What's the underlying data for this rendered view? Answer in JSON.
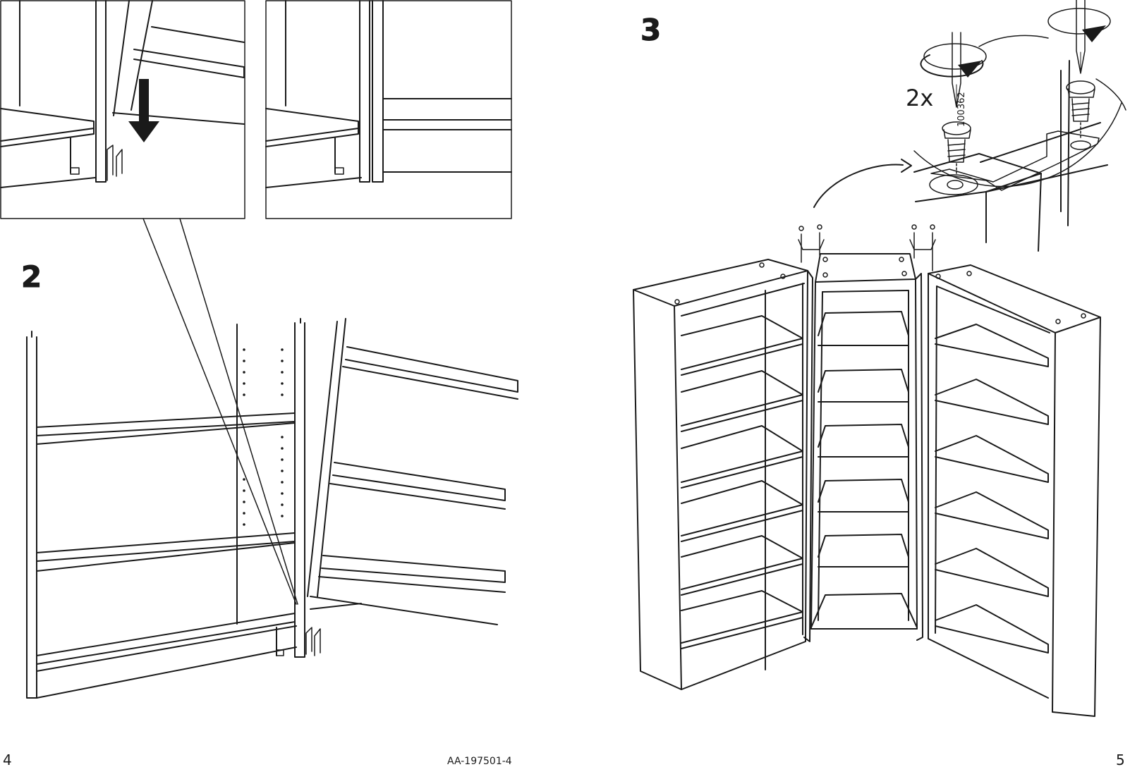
{
  "steps": {
    "step2": "2",
    "step3": "3"
  },
  "callout": {
    "quantity": "2x",
    "part_number": "100362"
  },
  "footer": {
    "page_left": "4",
    "doc_code": "AA-197501-4",
    "page_right": "5"
  },
  "icons": [
    "arrow-down-icon",
    "rotate-clockwise-icon",
    "screwdriver-icon",
    "screw-icon"
  ],
  "colors": {
    "line": "#1a1a1a",
    "background": "#ffffff"
  }
}
